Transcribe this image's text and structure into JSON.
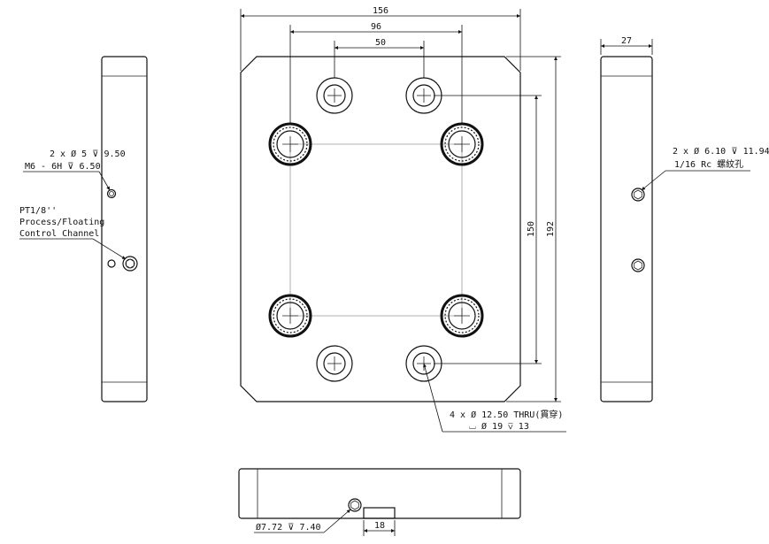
{
  "dimensions": {
    "width_overall": "156",
    "pitch_outer": "96",
    "pitch_inner": "50",
    "side_thickness": "27",
    "height_pitch": "150",
    "height_overall": "192",
    "slot_width": "18"
  },
  "callouts": {
    "left_hole_line1": "2 x Ø 5 ⊽ 9.50",
    "left_hole_line2": "M6 - 6H ⊽ 6.50",
    "port_line1": "PT1/8''",
    "port_line2": "Process/Floating",
    "port_line3": "Control Channel",
    "right_hole_line1": "2 x Ø 6.10 ⊽ 11.94",
    "right_hole_line2": "1/16 Rc 螺紋孔",
    "thru_line1": "4 x Ø 12.50 THRU(貫穿)",
    "thru_line2": "⌴ Ø 19 ⊽ 13",
    "bottom_hole": "Ø7.72 ⊽ 7.40"
  }
}
